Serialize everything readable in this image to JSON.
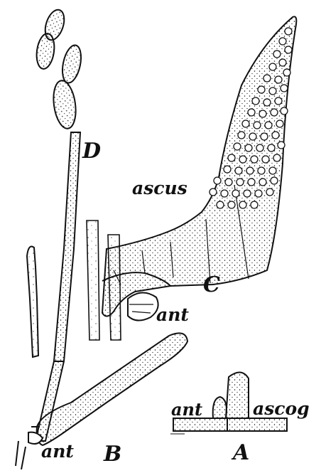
{
  "labels": {
    "D": "D",
    "ascus": "ascus",
    "C": "C",
    "ant_c": "ant",
    "ant_a": "ant",
    "ascog": "ascog",
    "ant_b": "ant",
    "B": "B",
    "A": "A"
  },
  "colors": {
    "ink": "#111111",
    "paper": "#ffffff"
  }
}
